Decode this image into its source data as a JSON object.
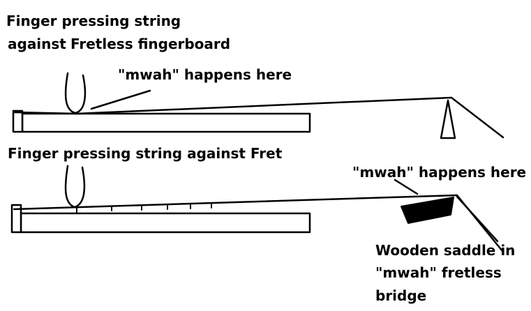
{
  "labels": {
    "top_title_line1": "Finger pressing string",
    "top_title_line2_a": "against",
    "top_title_line2_b": "Fretless fingerboard",
    "top_mwah": "\"mwah\" happens here",
    "bottom_title": "Finger pressing string against Fret",
    "bottom_mwah": "\"mwah\" happens here",
    "saddle_line1": "Wooden saddle in",
    "saddle_line2": "\"mwah\" fretless",
    "saddle_line3": "bridge"
  },
  "colors": {
    "ink": "#000000",
    "paper": "#ffffff"
  }
}
